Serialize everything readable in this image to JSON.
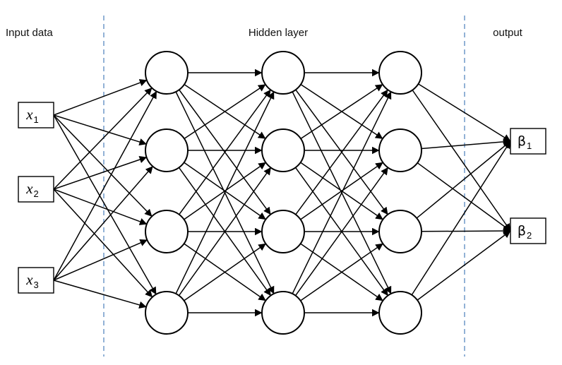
{
  "sections": {
    "input": "Input data",
    "hidden": "Hidden layer",
    "output": "output"
  },
  "inputs": [
    {
      "base": "x",
      "sub": "1"
    },
    {
      "base": "x",
      "sub": "2"
    },
    {
      "base": "x",
      "sub": "3"
    }
  ],
  "hidden_layers": [
    4,
    4,
    4
  ],
  "outputs": [
    {
      "base": "β",
      "sub": "1"
    },
    {
      "base": "β",
      "sub": "2"
    }
  ],
  "colors": {
    "divider": "#4a7ebb",
    "stroke": "#000000"
  }
}
